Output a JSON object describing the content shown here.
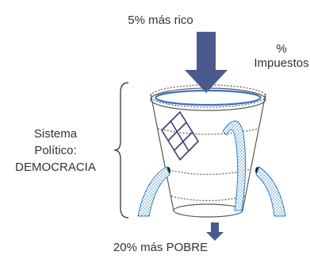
{
  "labels": {
    "top": "5% más rico",
    "tax_symbol": "%",
    "tax_word": "Impuestos",
    "system_line1": "Sistema",
    "system_line2": "Político:",
    "system_line3": "DEMOCRACIA",
    "bottom": "20% más POBRE"
  },
  "colors": {
    "arrow": "#4a5a8c",
    "bucket_outline": "#5a5a5a",
    "water_surface": "#3b6fc4",
    "spout": "#2f7fbf",
    "patch": "#3a3f6e",
    "text": "#333333"
  }
}
